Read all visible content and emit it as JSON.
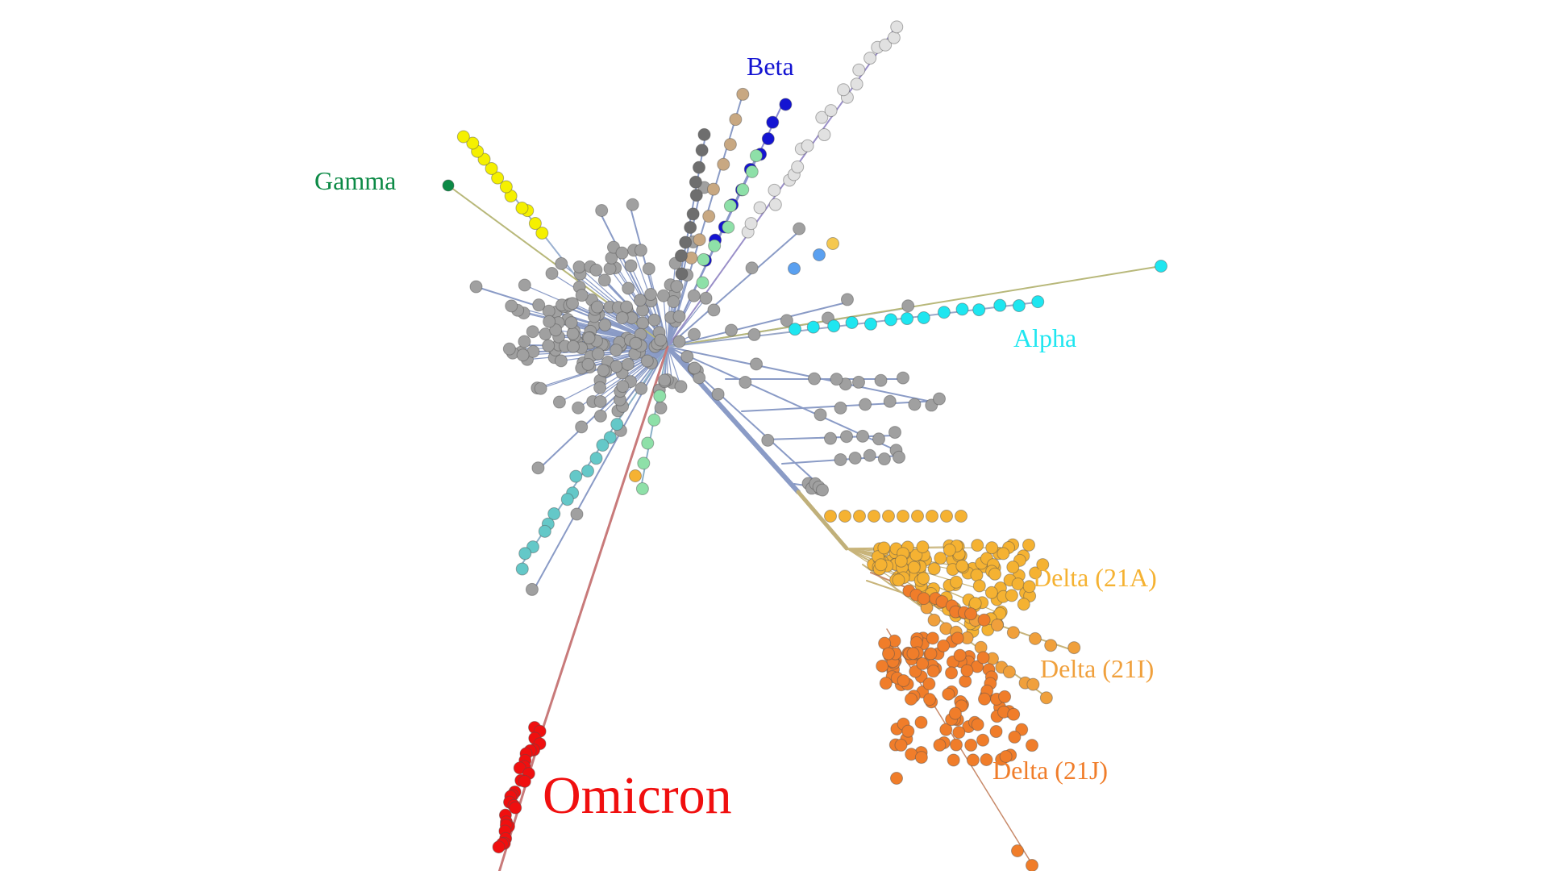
{
  "labels": {
    "beta": "Beta",
    "gamma": "Gamma",
    "alpha": "Alpha",
    "delta_21a": "Delta (21A)",
    "delta_21i": "Delta (21I)",
    "delta_21j": "Delta (21J)",
    "omicron": "Omicron"
  },
  "colors": {
    "beta": "#1414d2",
    "gamma": "#0c8a46",
    "alpha": "#1ee6f0",
    "delta_21a": "#f5b232",
    "delta_21i": "#f0a03c",
    "delta_21j": "#f07d2a",
    "omicron": "#f00f0f",
    "other": "#a0a0a0",
    "branch": "#8c9cc8"
  }
}
